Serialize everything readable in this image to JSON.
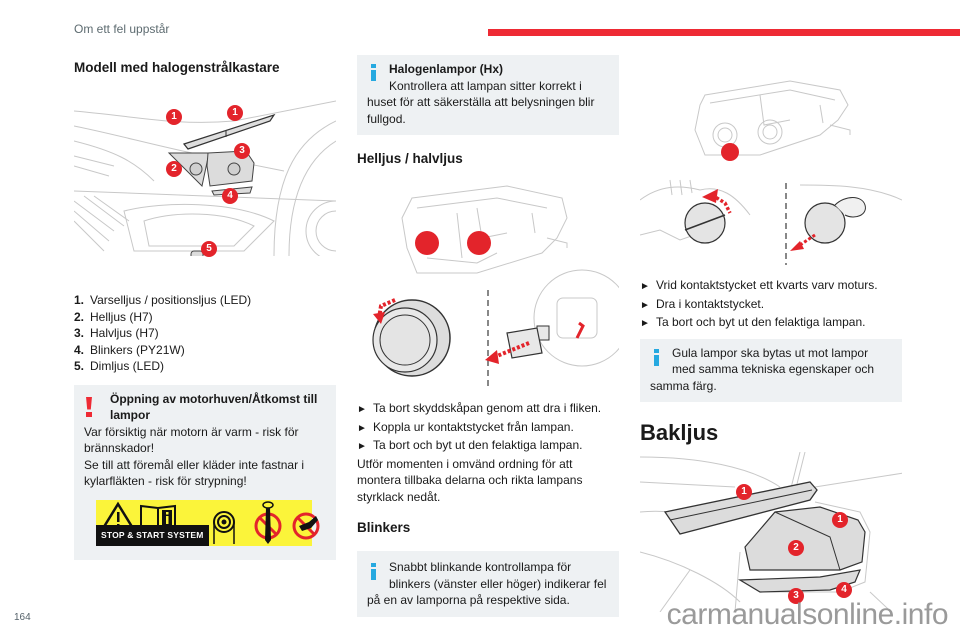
{
  "header": {
    "section_title": "Om ett fel uppstår",
    "accent_color": "#ee2a34"
  },
  "col1": {
    "heading": "Modell med halogenstrålkastare",
    "illustration_badges": [
      "1",
      "1",
      "2",
      "3",
      "4",
      "5"
    ],
    "legend": [
      {
        "num": "1.",
        "text": "Varselljus / positionsljus (LED)"
      },
      {
        "num": "2.",
        "text": "Helljus (H7)"
      },
      {
        "num": "3.",
        "text": "Halvljus (H7)"
      },
      {
        "num": "4.",
        "text": "Blinkers (PY21W)"
      },
      {
        "num": "5.",
        "text": "Dimljus (LED)"
      }
    ],
    "warning": {
      "icon": "exclamation-icon",
      "title": "Öppning av motorhuven/Åtkomst till lampor",
      "lines": [
        "Var försiktig när motorn är varm - risk för brännskador!",
        "Se till att föremål eller kläder inte fastnar i kylarfläkten - risk för strypning!"
      ],
      "sticker_label": "STOP & START SYSTEM"
    }
  },
  "col2": {
    "info_box": {
      "icon": "info-icon",
      "title": "Halogenlampor (Hx)",
      "text_first": "Kontrollera att lampan sitter korrekt i",
      "text_rest": "huset för att säkerställa att belysningen blir fullgod."
    },
    "subheading": "Helljus / halvljus",
    "steps": [
      "Ta bort skyddskåpan genom att dra i fliken.",
      "Koppla ur kontaktstycket från lampan.",
      "Ta bort och byt ut den felaktiga lampan."
    ],
    "paragraph": "Utför momenten i omvänd ordning för att montera tillbaka delarna och rikta lampans styrklack nedåt.",
    "subheading2": "Blinkers",
    "info_box2": {
      "icon": "info-icon",
      "text_first": "Snabbt blinkande kontrollampa för",
      "text_second": "blinkers (vänster eller höger) indikerar fel",
      "text_rest": "på en av lamporna på respektive sida."
    }
  },
  "col3": {
    "steps": [
      "Vrid kontaktstycket ett kvarts varv moturs.",
      "Dra i kontaktstycket.",
      "Ta bort och byt ut den felaktiga lampan."
    ],
    "info_box": {
      "icon": "info-icon",
      "text_first": "Gula lampor ska bytas ut mot lampor",
      "text_second": "med samma tekniska egenskaper och",
      "text_rest": "samma färg."
    },
    "section_heading": "Bakljus",
    "illustration_badges": [
      "1",
      "1",
      "2",
      "3",
      "4"
    ]
  },
  "footer": {
    "page_number": "164",
    "watermark": "carmanualsonline.info"
  }
}
